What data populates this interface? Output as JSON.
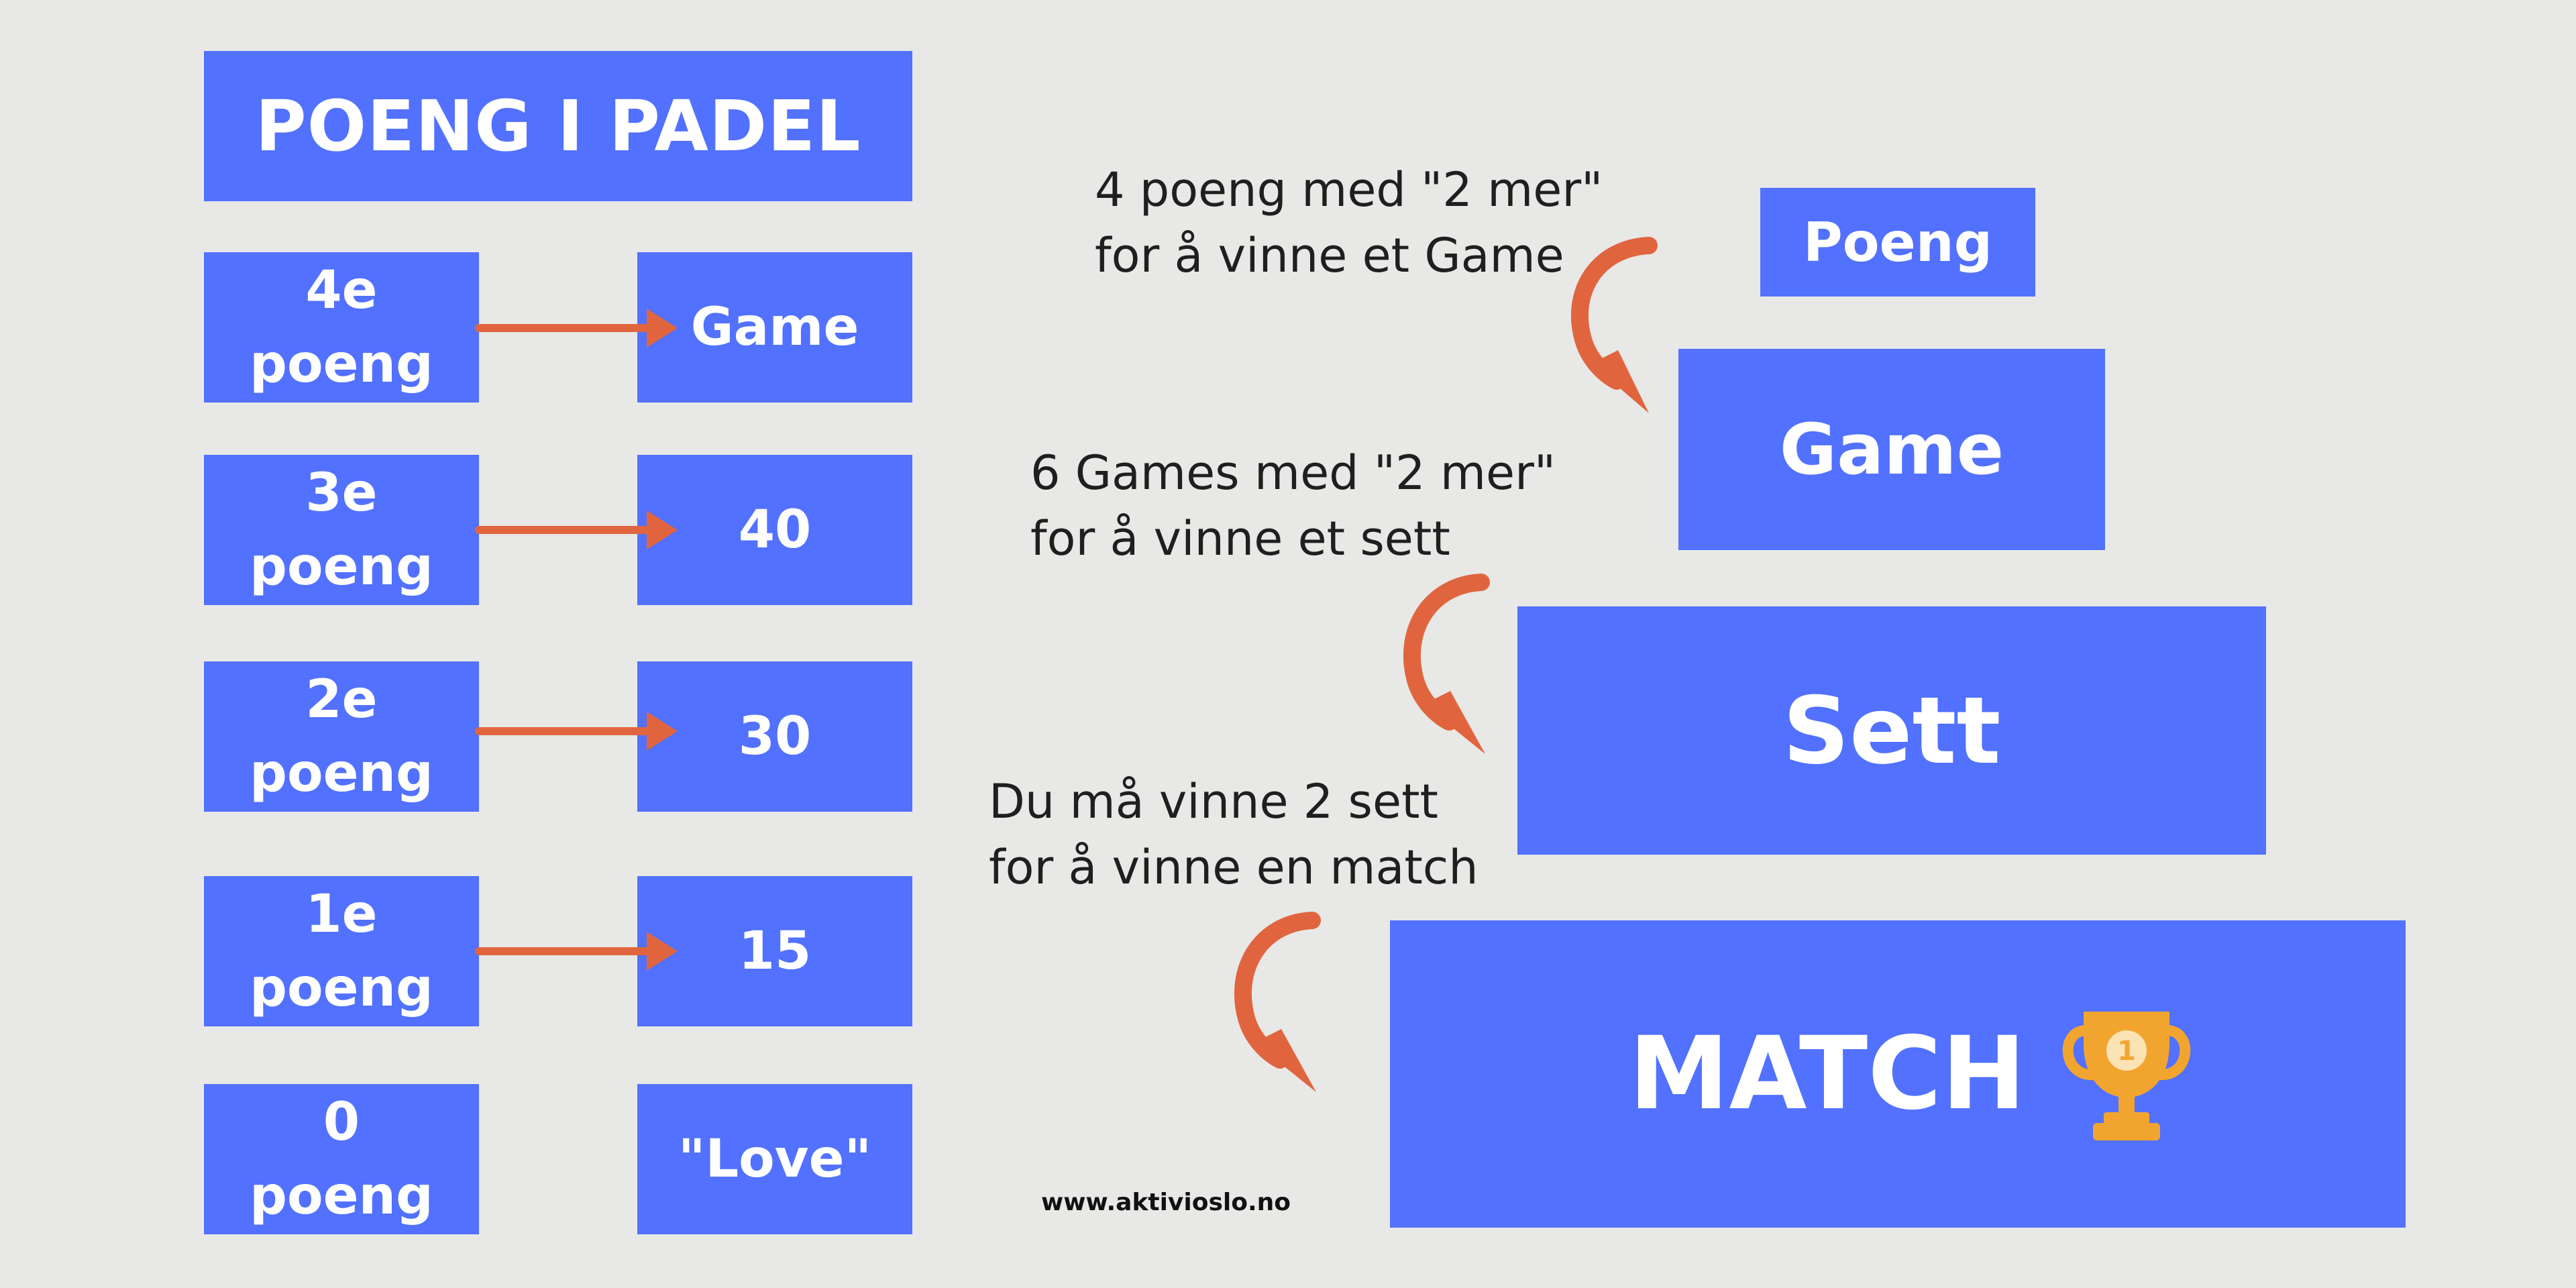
{
  "title": "POENG I PADEL",
  "rows": [
    {
      "label_top": "4e",
      "label_bottom": "poeng",
      "value": "Game"
    },
    {
      "label_top": "3e",
      "label_bottom": "poeng",
      "value": "40"
    },
    {
      "label_top": "2e",
      "label_bottom": "poeng",
      "value": "30"
    },
    {
      "label_top": "1e",
      "label_bottom": "poeng",
      "value": "15"
    },
    {
      "label_top": "0",
      "label_bottom": "poeng",
      "value": "\"Love\""
    }
  ],
  "hierarchy": {
    "poeng": "Poeng",
    "game": "Game",
    "sett": "Sett",
    "match": "MATCH",
    "trophy_number": "1"
  },
  "notes": {
    "game": [
      "4 poeng med \"2 mer\"",
      "for å vinne et Game"
    ],
    "sett": [
      "6 Games med \"2 mer\"",
      "for å vinne et sett"
    ],
    "match": [
      "Du må vinne 2 sett",
      "for å vinne en match"
    ]
  },
  "footer": "www.aktivioslo.no",
  "colors": {
    "box": "#5271ff",
    "arrow": "#e0653f",
    "background": "#e8e8e6",
    "trophy": "#f2a52e"
  },
  "icons": {
    "trophy": "trophy-icon",
    "straight_arrow": "arrow-right-icon",
    "curved_arrow": "curved-arrow-down-icon"
  }
}
